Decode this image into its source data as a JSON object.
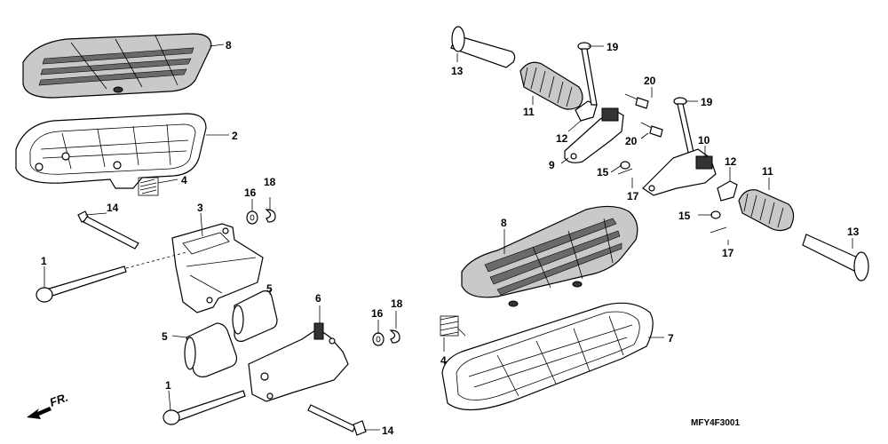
{
  "callouts": {
    "c1a": "1",
    "c1b": "1",
    "c2": "2",
    "c3": "3",
    "c4a": "4",
    "c4b": "4",
    "c5a": "5",
    "c5b": "5",
    "c6": "6",
    "c7": "7",
    "c8a": "8",
    "c8b": "8",
    "c9": "9",
    "c10": "10",
    "c11a": "11",
    "c11b": "11",
    "c12a": "12",
    "c12b": "12",
    "c13a": "13",
    "c13b": "13",
    "c14a": "14",
    "c14b": "14",
    "c15a": "15",
    "c15b": "15",
    "c16a": "16",
    "c16b": "16",
    "c17a": "17",
    "c17b": "17",
    "c18a": "18",
    "c18b": "18",
    "c19a": "19",
    "c19b": "19",
    "c20a": "20",
    "c20b": "20"
  },
  "front_indicator": "FR.",
  "diagram_code": "MFY4F3001"
}
